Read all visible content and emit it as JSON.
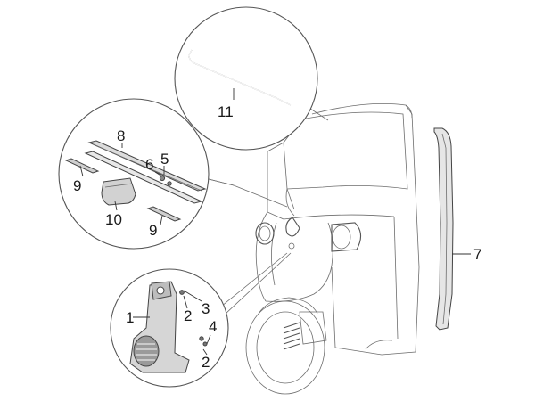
{
  "callouts": {
    "c1": "1",
    "c2a": "2",
    "c2b": "2",
    "c3": "3",
    "c4": "4",
    "c5": "5",
    "c6": "6",
    "c7": "7",
    "c8": "8",
    "c9a": "9",
    "c9b": "9",
    "c10": "10",
    "c11": "11"
  },
  "colors": {
    "line": "#555555",
    "part_fill": "#d9d9d9",
    "text": "#1a1a1a"
  }
}
